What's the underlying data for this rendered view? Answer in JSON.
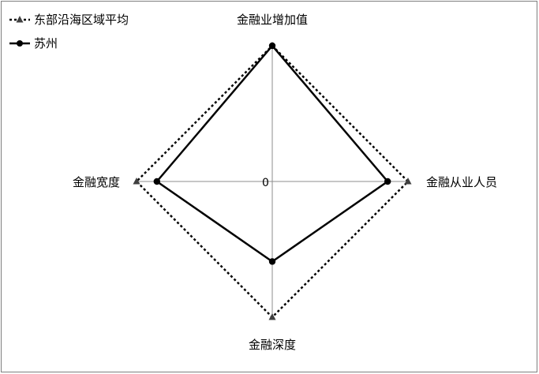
{
  "chart_data": {
    "type": "radar",
    "axes": [
      "金融业增加值",
      "金融从业人员",
      "金融深度",
      "金融宽度"
    ],
    "center_label": "0",
    "series": [
      {
        "name": "东部沿海区域平均",
        "values": [
          1.0,
          1.0,
          1.0,
          1.0
        ],
        "color": "#000000",
        "line_style": "dotted",
        "marker": "triangle"
      },
      {
        "name": "苏州",
        "values": [
          1.0,
          0.85,
          0.59,
          0.85
        ],
        "color": "#000000",
        "line_style": "solid",
        "marker": "circle"
      }
    ],
    "legend_position": "top-left",
    "grid": false
  }
}
